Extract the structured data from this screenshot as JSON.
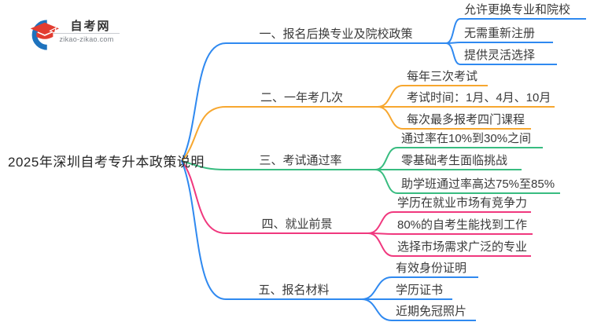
{
  "logo": {
    "title": "自考网",
    "domain": "zikao-zikao.com",
    "icon": "graduation-cap-icon",
    "cap_color": "#E23C30",
    "swoosh_color": "#1E73BE"
  },
  "root": {
    "label": "2025年深圳自考专升本政策说明"
  },
  "branches": [
    {
      "label": "一、报名后换专业及院校政策",
      "color": "#2F89F0",
      "children": [
        "允许更换专业和院校",
        "无需重新注册",
        "提供灵活选择"
      ]
    },
    {
      "label": "二、一年考几次",
      "color": "#F7A72F",
      "children": [
        "每年三次考试",
        "考试时间：1月、4月、10月",
        "每次最多报考四门课程"
      ]
    },
    {
      "label": "三、考试通过率",
      "color": "#38BC80",
      "children": [
        "通过率在10%到30%之间",
        "零基础考生面临挑战",
        "助学班通过率高达75%至85%"
      ]
    },
    {
      "label": "四、就业前景",
      "color": "#F0387E",
      "children": [
        "学历在就业市场有竞争力",
        "80%的自考生能找到工作",
        "选择市场需求广泛的专业"
      ]
    },
    {
      "label": "五、报名材料",
      "color": "#2F89F0",
      "children": [
        "有效身份证明",
        "学历证书",
        "近期免冠照片"
      ]
    }
  ]
}
